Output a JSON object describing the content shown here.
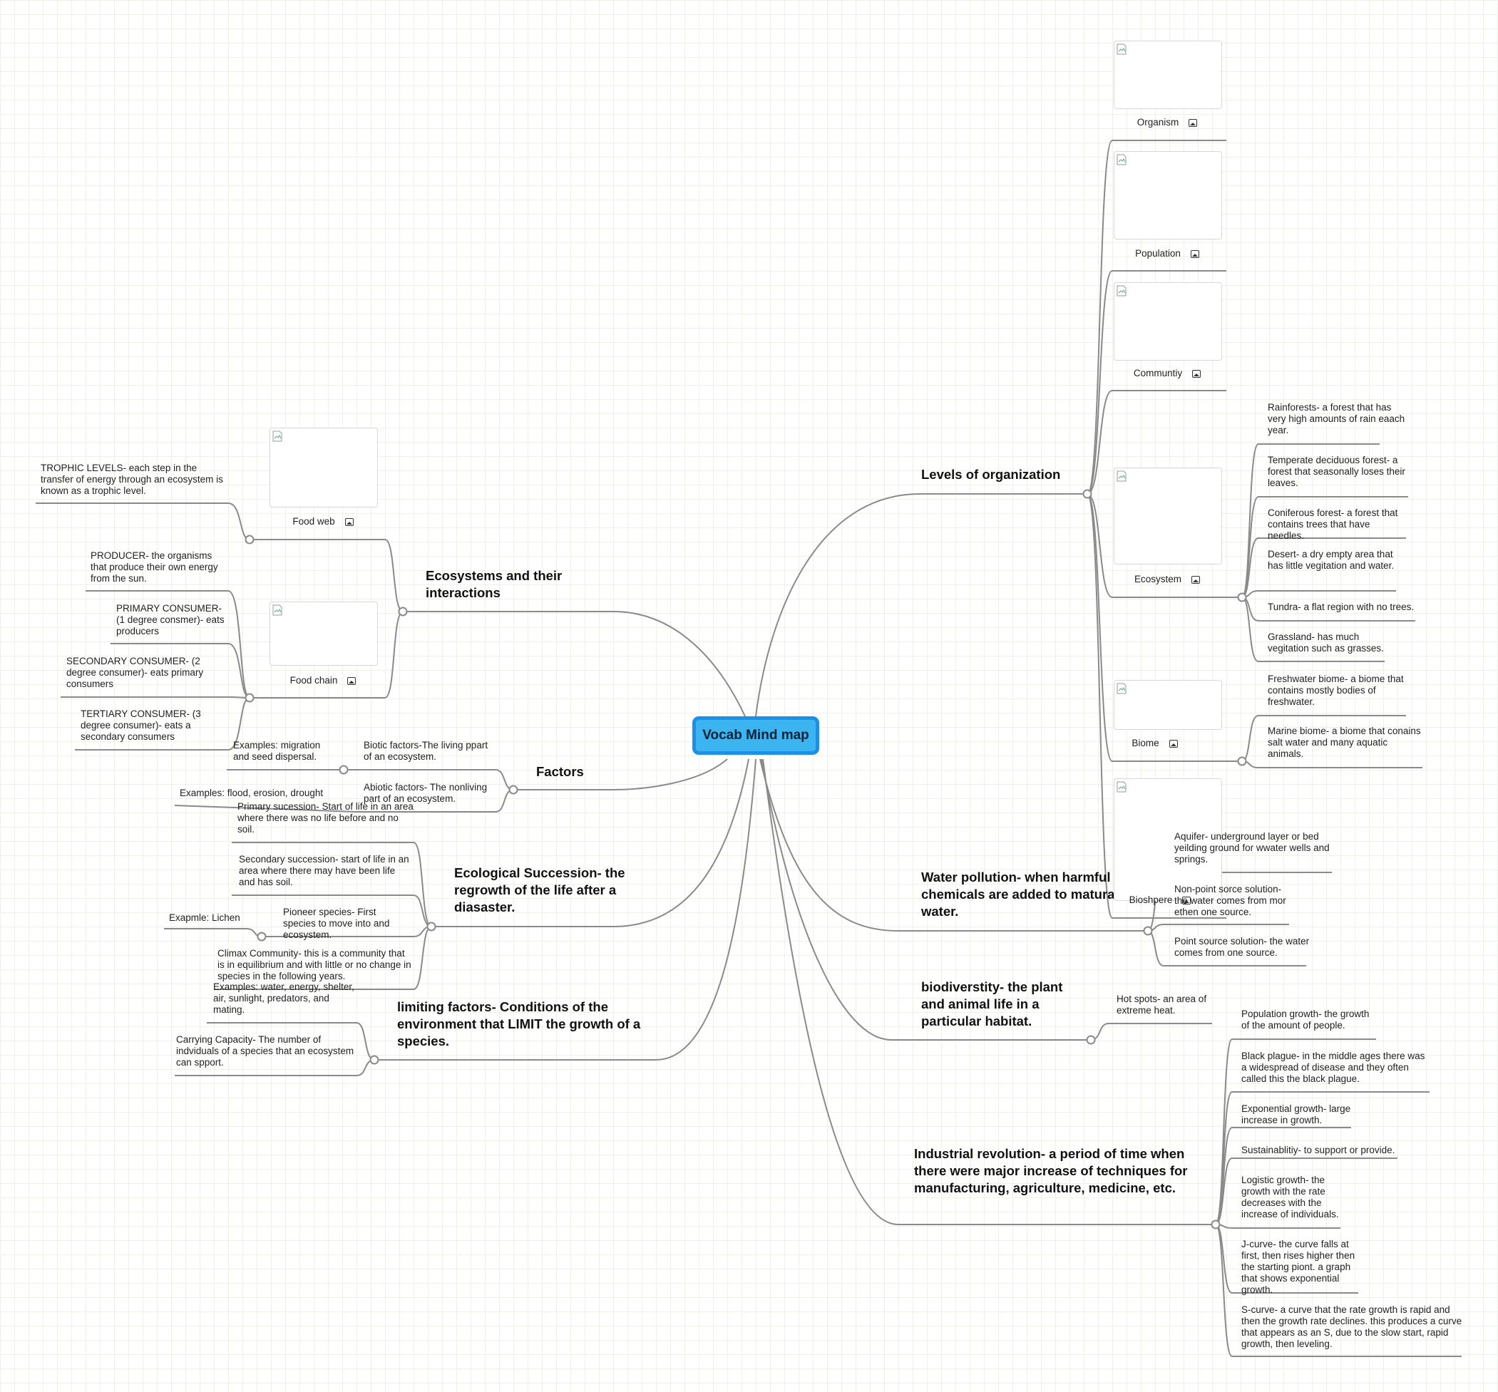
{
  "center": "Vocab Mind map",
  "branches": {
    "levels": "Levels of organization",
    "ecosystems": "Ecosystems and their interactions",
    "factors": "Factors",
    "succession": "Ecological Succession- the regrowth of the life after a diasaster.",
    "limiting": "limiting factors- Conditions of the environment that LIMIT the growth of a species.",
    "water": "Water pollution- when harmful chemicals are added to matural water.",
    "biodiversity": "biodiverstity- the plant and animal life in a particular habitat.",
    "industrial": "Industrial revolution- a period of time when there were major increase of techniques for manufacturing, agriculture, medicine, etc."
  },
  "levels_images": {
    "organism": "Organism",
    "population": "Population",
    "community": "Communtiy",
    "ecosystem": "Ecosystem",
    "biome": "Biome",
    "biosphere": "Bioshpere"
  },
  "ecosystem_types": [
    "Rainforests- a forest that has very high amounts of rain eaach year.",
    "Temperate deciduous forest- a forest that seasonally loses their leaves.",
    "Coniferous forest- a forest that contains trees that have needles.",
    "Desert- a dry empty area that has little vegitation and water.",
    "Tundra- a flat region with no trees.",
    "Grassland- has much vegitation such as grasses."
  ],
  "biome_types": [
    "Freshwater biome- a biome that contains mostly bodies of freshwater.",
    "Marine biome- a biome that conains salt water and many aquatic animals."
  ],
  "eco_images": {
    "food_web": "Food web",
    "food_chain": "Food chain"
  },
  "trophic": "TROPHIC LEVELS- each step in the transfer of energy through an ecosystem is known as a trophic level.",
  "consumers": [
    "PRODUCER- the organisms that produce their own energy from the sun.",
    "PRIMARY CONSUMER- (1 degree consmer)- eats producers",
    "SECONDARY CONSUMER- (2 degree consumer)- eats primary consumers",
    "TERTIARY CONSUMER- (3 degree consumer)- eats a secondary consumers"
  ],
  "factors": {
    "biotic": "Biotic factors-The living ppart of an ecosystem.",
    "biotic_example": "Examples: migration and seed dispersal.",
    "abiotic": "Abiotic factors- The nonliving part of an ecosystem.",
    "abiotic_example": "Examples: flood, erosion, drought"
  },
  "succession": {
    "primary": "Primary sucession- Start of life in an area where there was no life before and no soil.",
    "secondary": "Secondary succession- start of life in an area where there may have been life and has soil.",
    "pioneer": "Pioneer species- First species to move into and ecosystem.",
    "pioneer_example": "Exapmle: Lichen",
    "climax": "Climax Community- this is a community that is in equilibrium and with little or no change in species in the following years."
  },
  "limiting": {
    "examples": "Examples: water, energy, shelter, air, sunlight, predators, and mating.",
    "carrying": "Carrying Capacity- The number of indviduals of a species that an ecosystem can spport."
  },
  "water": [
    "Aquifer- underground layer or bed yeilding ground for wwater wells and springs.",
    "Non-point sorce solution- the water comes from mor ethen one source.",
    "Point source solution- the water comes from one source."
  ],
  "biodiversity": "Hot spots- an area of extreme heat.",
  "industrial": [
    "Population growth- the growth of the amount of people.",
    "Black plague- in the middle ages there was a widespread of disease and they often called this the black plague.",
    "Exponential growth- large increase in growth.",
    "Sustainablitiy- to support or provide.",
    "Logistic growth- the growth with the rate decreases with the increase of individuals.",
    "J-curve- the curve falls at first, then rises higher then the starting piont. a graph that shows exponential growth.",
    "S-curve- a curve that the rate growth is rapid and then the growth rate declines. this produces a curve that appears as an S, due to the slow start, rapid growth, then leveling."
  ],
  "colors": {
    "center_fill": "#3cb4f0",
    "center_border": "#1e8fe6",
    "edge": "#8a8a8a",
    "grid": "#eef1ea"
  }
}
